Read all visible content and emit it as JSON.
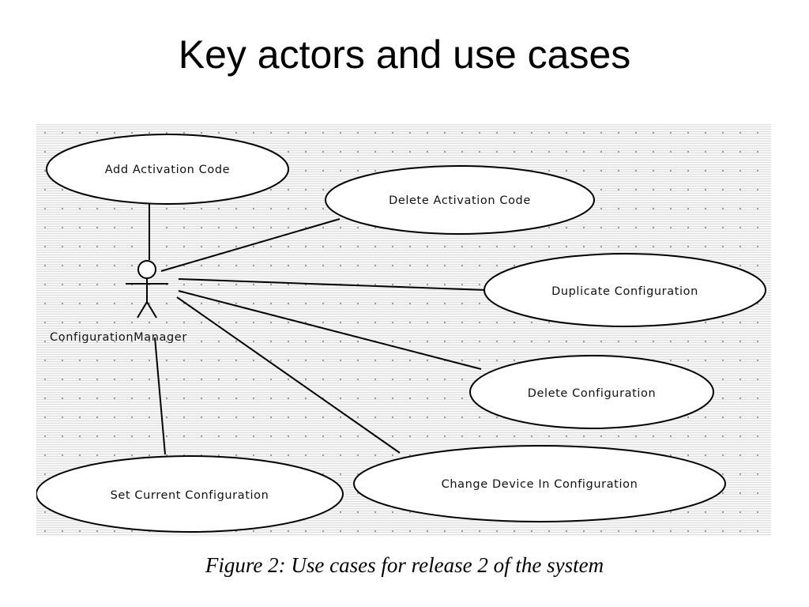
{
  "slide": {
    "title": "Key actors and use cases",
    "caption": "Figure 2: Use cases for release 2 of the system"
  },
  "diagram": {
    "actor": {
      "name": "ConfigurationManager",
      "icon": "stick-figure-icon"
    },
    "use_cases": [
      {
        "id": "add_activation_code",
        "label": "Add Activation Code"
      },
      {
        "id": "delete_activation_code",
        "label": "Delete Activation Code"
      },
      {
        "id": "duplicate_configuration",
        "label": "Duplicate Configuration"
      },
      {
        "id": "delete_configuration",
        "label": "Delete Configuration"
      },
      {
        "id": "change_device_in_configuration",
        "label": "Change Device In Configuration"
      },
      {
        "id": "set_current_configuration",
        "label": "Set Current Configuration"
      }
    ],
    "associations": [
      {
        "from": "actor",
        "to": "add_activation_code"
      },
      {
        "from": "actor",
        "to": "delete_activation_code"
      },
      {
        "from": "actor",
        "to": "duplicate_configuration"
      },
      {
        "from": "actor",
        "to": "delete_configuration"
      },
      {
        "from": "actor",
        "to": "change_device_in_configuration"
      },
      {
        "from": "actor",
        "to": "set_current_configuration"
      }
    ],
    "colors": {
      "background": "#f7f7f7",
      "grid": "#c8c8c8",
      "stroke": "#000000",
      "ellipse_fill": "#ffffff"
    }
  }
}
